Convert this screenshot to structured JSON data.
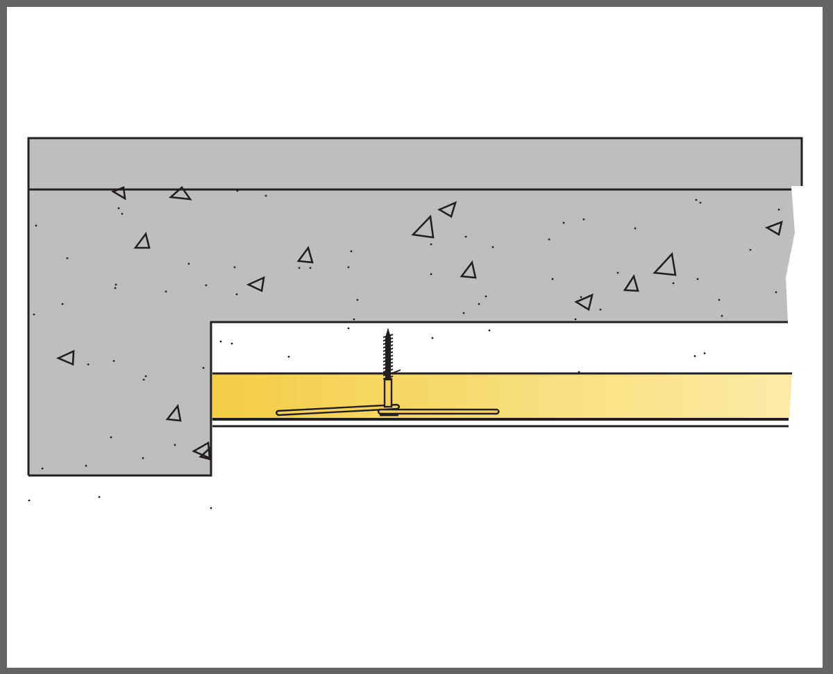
{
  "diagram": {
    "kind": "construction-cross-section",
    "components": [
      "concrete-ceiling-slab",
      "insulation-board",
      "insulation-fixing-anchor",
      "cover-sheet"
    ]
  },
  "colors": {
    "frame": "#646464",
    "background": "#ffffff",
    "concrete": "#bebebe",
    "outline": "#231f20",
    "insulation_start": "#f4cd45",
    "insulation_end": "#fbeba6",
    "anchor_plate": "#f6d25a"
  }
}
